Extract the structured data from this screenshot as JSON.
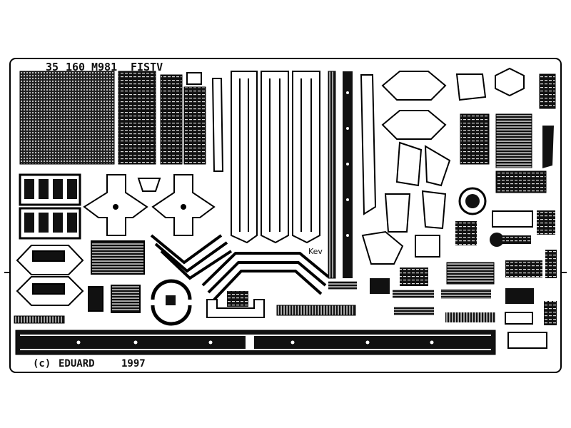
{
  "sheet": {
    "header": {
      "catalog_number": "35",
      "set_number": "160",
      "model": "M981",
      "variant": "FISTV"
    },
    "footer": {
      "copyright": "(c)",
      "maker": "EDUARD",
      "year": "1997"
    },
    "kev_label": "Kev",
    "colors": {
      "background": "#ffffff",
      "etch": "#1a1a1a",
      "frame": "#000000"
    }
  }
}
